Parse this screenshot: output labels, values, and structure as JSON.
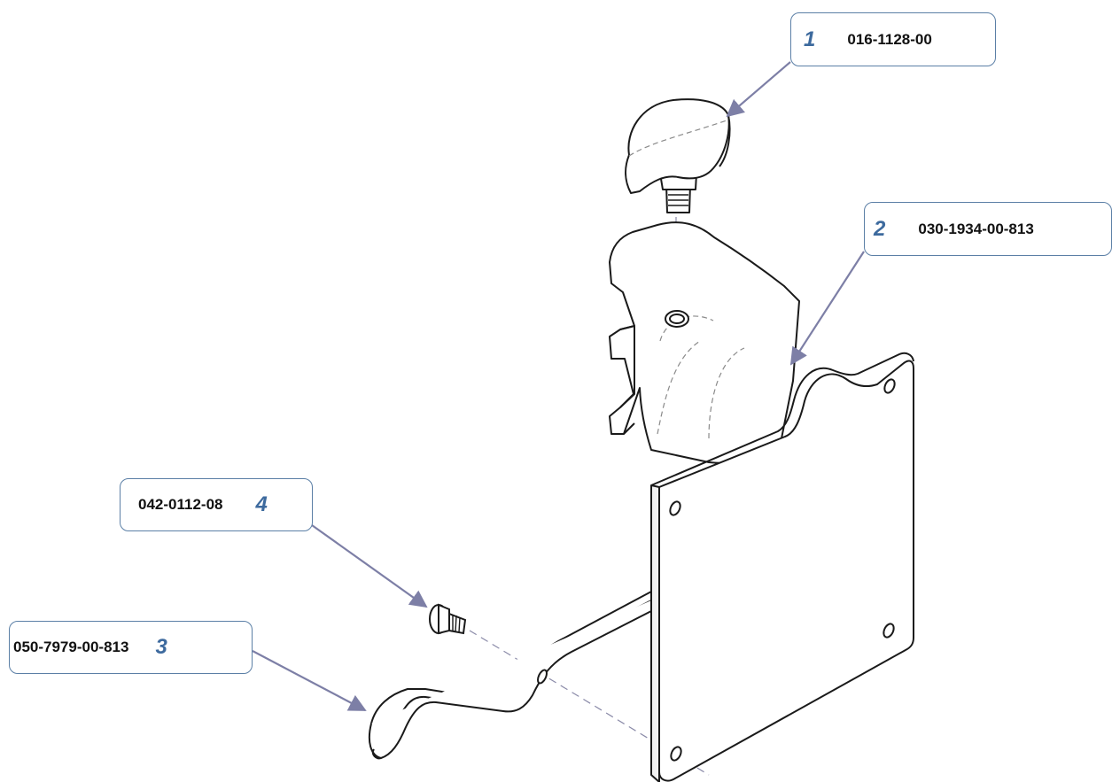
{
  "callouts": [
    {
      "number": "1",
      "part_number": "016-1128-00",
      "target": "thumb-knob"
    },
    {
      "number": "2",
      "part_number": "030-1934-00-813",
      "target": "mounting-bracket"
    },
    {
      "number": "3",
      "part_number": "050-7979-00-813",
      "target": "arm-bar"
    },
    {
      "number": "4",
      "part_number": "042-0112-08",
      "target": "screw"
    }
  ],
  "colors": {
    "callout_border": "#5b7fa6",
    "callout_number": "#3d6a9e",
    "leader_line": "#7d7fa6",
    "part_outline": "#1a1a1a",
    "part_number_text": "#111111"
  }
}
